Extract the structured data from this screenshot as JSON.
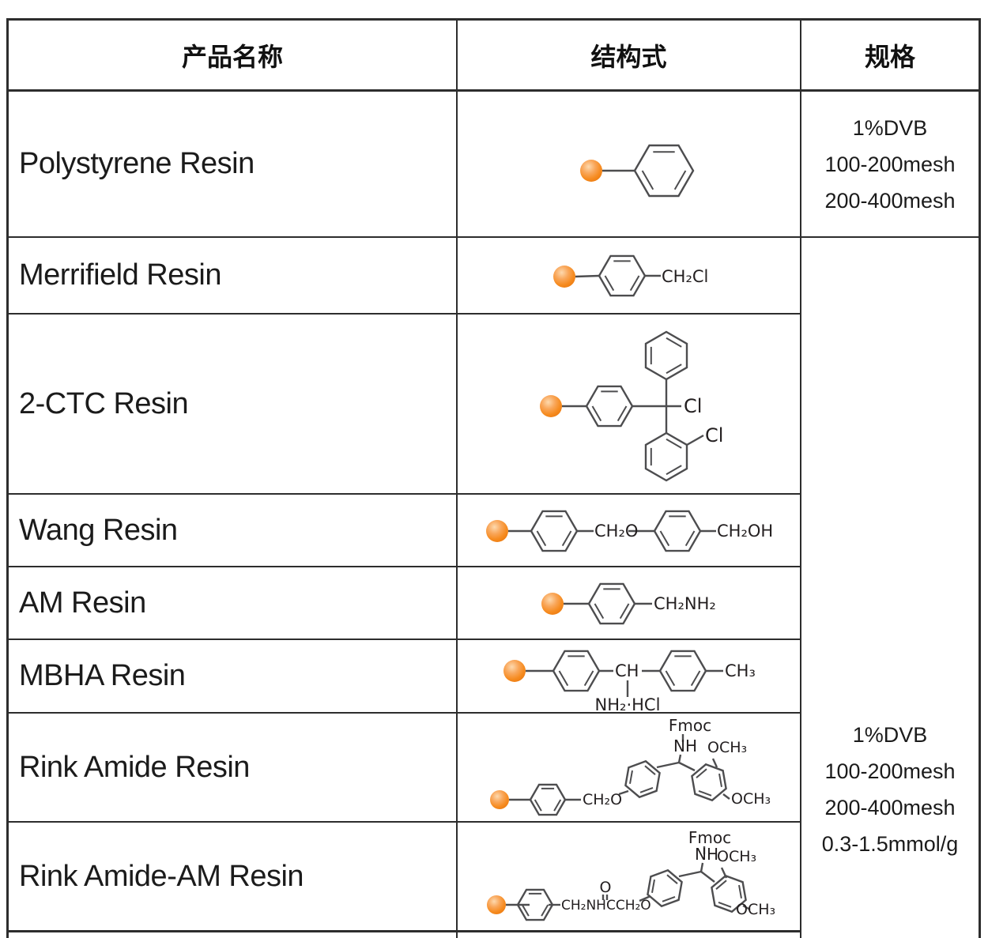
{
  "header": {
    "product": "产品名称",
    "structure": "结构式",
    "spec": "规格"
  },
  "rows": [
    {
      "name": "Polystyrene Resin"
    },
    {
      "name": "Merrifield Resin"
    },
    {
      "name": "2-CTC Resin"
    },
    {
      "name": "Wang Resin"
    },
    {
      "name": "AM Resin"
    },
    {
      "name": "MBHA Resin"
    },
    {
      "name": "Rink Amide Resin"
    },
    {
      "name": "Rink Amide-AM Resin"
    }
  ],
  "specs": {
    "polystyrene": [
      "1%DVB",
      "100-200mesh",
      "200-400mesh"
    ],
    "merged": [
      "1%DVB",
      "100-200mesh",
      "200-400mesh",
      "0.3-1.5mmol/g"
    ]
  },
  "labels": {
    "merrifield": {
      "r": "CH₂Cl"
    },
    "ctc": {
      "cl1": "Cl",
      "cl2": "Cl"
    },
    "wang": {
      "m": "CH₂O",
      "r": "CH₂OH"
    },
    "am": {
      "r": "CH₂NH₂"
    },
    "mbha": {
      "ch": "CH",
      "r": "CH₃",
      "bottom": "NH₂·HCl"
    },
    "rink": {
      "m": "CH₂O",
      "nh": "NH",
      "fmoc": "Fmoc",
      "och3t": "OCH₃",
      "och3b": "OCH₃"
    },
    "rinkam": {
      "m": "CH₂NHCCH₂O",
      "o": "O",
      "nh": "NH",
      "fmoc": "Fmoc",
      "och3t": "OCH₃",
      "och3b": "OCH₃"
    }
  },
  "colors": {
    "border": "#2d2d2d",
    "bond": "#4d4d4f",
    "bead_main": "#f68b1f",
    "bead_light": "#fdd9ae",
    "bead_dark": "#ec7c12",
    "text": "#231f20"
  }
}
